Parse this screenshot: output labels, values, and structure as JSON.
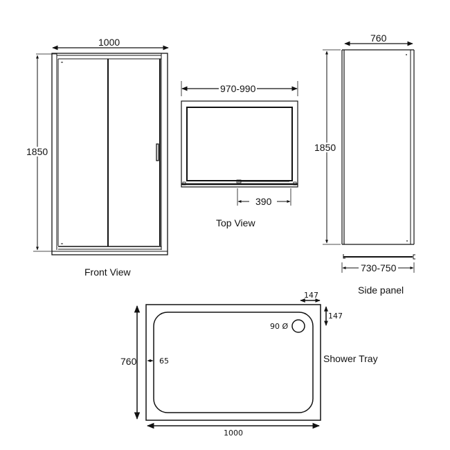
{
  "front_view": {
    "caption": "Front View",
    "width_label": "1000",
    "height_label": "1850"
  },
  "top_view": {
    "caption": "Top View",
    "width_label": "970-990",
    "door_opening_label": "390"
  },
  "side_panel": {
    "caption": "Side panel",
    "width_label": "760",
    "height_label": "1850",
    "adjust_label": "730-750"
  },
  "shower_tray": {
    "caption": "Shower Tray",
    "width_label": "1000",
    "depth_label": "760",
    "rim_label": "65",
    "waste_offset_x_label": "147",
    "waste_offset_y_label": "147",
    "waste_diameter_label": "90 Ø"
  },
  "colors": {
    "line": "#111111",
    "background": "#ffffff"
  }
}
